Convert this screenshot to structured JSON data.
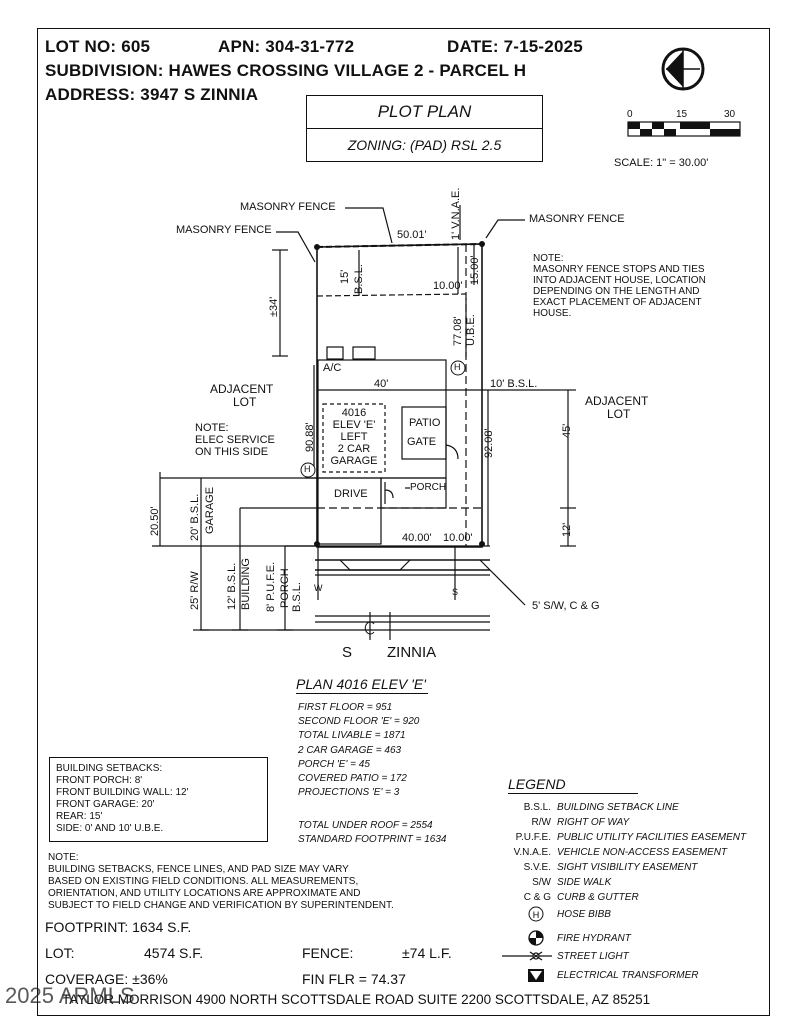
{
  "header": {
    "lot_no": "LOT NO: 605",
    "apn": "APN: 304-31-772",
    "date": "DATE: 7-15-2025",
    "subdivision": "SUBDIVISION: HAWES CROSSING VILLAGE 2 - PARCEL H",
    "address": "ADDRESS: 3947 S ZINNIA"
  },
  "title_block": {
    "title": "PLOT PLAN",
    "zoning": "ZONING: (PAD) RSL 2.5"
  },
  "scale": {
    "tick_0": "0",
    "tick_15": "15",
    "tick_30": "30",
    "label": "SCALE: 1\" = 30.00'"
  },
  "site": {
    "masonry_fence_top": "MASONRY FENCE",
    "masonry_fence_left": "MASONRY FENCE",
    "masonry_fence_right": "MASONRY FENCE",
    "dim_rear_width": "50.01'",
    "dim_vnae": "1' V.N.A.E.",
    "dim_15_right": "15.00'",
    "dim_15_bsl": "15'",
    "bsl_rear": "B.S.L.",
    "dim_10": "10.00'",
    "dim_34": "±34'",
    "dim_7708": "77.08'",
    "ube": "U.B.E.",
    "ac": "A/C",
    "hose_bib_symbol": "H",
    "dim_40": "40'",
    "bsl_10": "10' B.S.L.",
    "adjacent_lot_left_1": "ADJACENT",
    "adjacent_lot_left_2": "LOT",
    "adjacent_lot_right_1": "ADJACENT",
    "adjacent_lot_right_2": "LOT",
    "elec_note_1": "NOTE:",
    "elec_note_2": "ELEC SERVICE",
    "elec_note_3": "ON THIS SIDE",
    "dim_9088": "90.88'",
    "house_1": "4016",
    "house_2": "ELEV 'E'",
    "house_3": "LEFT",
    "house_4": "2 CAR",
    "house_5": "GARAGE",
    "patio": "PATIO",
    "gate": "GATE",
    "dim_9208": "92.08'",
    "dim_45": "45'",
    "drive": "DRIVE",
    "porch": "PORCH",
    "dim_2050": "20.50'",
    "garage_bsl_1": "20' B.S.L.",
    "garage_bsl_2": "GARAGE",
    "dim_12": "12'",
    "dim_front_40": "40.00'",
    "dim_front_10": "10.00'",
    "rw": "25' R/W",
    "bldg_bsl_1": "12' B.S.L.",
    "bldg_bsl_2": "BUILDING",
    "pufe_1": "8' P.U.F.E.",
    "pufe_2": "PORCH",
    "pufe_3": "B.S.L.",
    "w": "W",
    "s": "S",
    "sw": "5' S/W, C & G",
    "street_s": "S",
    "street_name": "ZINNIA",
    "fence_note_1": "NOTE:",
    "fence_note_2": "MASONRY FENCE STOPS AND TIES",
    "fence_note_3": "INTO ADJACENT HOUSE, LOCATION",
    "fence_note_4": "DEPENDING ON THE LENGTH AND",
    "fence_note_5": "EXACT PLACEMENT OF ADJACENT",
    "fence_note_6": "HOUSE."
  },
  "plan": {
    "title": "PLAN 4016 ELEV 'E'",
    "lines": [
      "FIRST FLOOR = 951",
      "SECOND FLOOR 'E' = 920",
      "TOTAL LIVABLE = 1871",
      "2 CAR GARAGE = 463",
      "PORCH 'E' = 45",
      "COVERED PATIO = 172",
      "PROJECTIONS 'E' = 3"
    ],
    "total_under_roof": "TOTAL UNDER ROOF = 2554",
    "standard_footprint": "STANDARD FOOTPRINT = 1634"
  },
  "setbacks": {
    "lines": [
      "BUILDING SETBACKS:",
      "FRONT PORCH: 8'",
      "FRONT BUILDING WALL: 12'",
      "FRONT GARAGE: 20'",
      "REAR: 15'",
      "SIDE: 0' AND 10' U.B.E."
    ]
  },
  "note": {
    "lines": [
      "NOTE:",
      "BUILDING SETBACKS, FENCE LINES, AND PAD SIZE MAY VARY",
      "BASED ON EXISTING FIELD CONDITIONS.  ALL MEASUREMENTS,",
      "ORIENTATION, AND UTILITY LOCATIONS ARE APPROXIMATE AND",
      "SUBJECT TO FIELD CHANGE AND VERIFICATION BY SUPERINTENDENT."
    ]
  },
  "legend": {
    "title": "LEGEND",
    "items": [
      {
        "abbr": "B.S.L.",
        "desc": "BUILDING SETBACK LINE"
      },
      {
        "abbr": "R/W",
        "desc": "RIGHT OF WAY"
      },
      {
        "abbr": "P.U.F.E.",
        "desc": "PUBLIC UTILITY FACILITIES EASEMENT"
      },
      {
        "abbr": "V.N.A.E.",
        "desc": "VEHICLE NON-ACCESS EASEMENT"
      },
      {
        "abbr": "S.V.E.",
        "desc": "SIGHT VISIBILITY EASEMENT"
      },
      {
        "abbr": "S/W",
        "desc": "SIDE WALK"
      },
      {
        "abbr": "C & G",
        "desc": "CURB & GUTTER"
      }
    ],
    "hose_bibb": "HOSE BIBB",
    "fire_hydrant": "FIRE HYDRANT",
    "street_light": "STREET LIGHT",
    "transformer": "ELECTRICAL TRANSFORMER"
  },
  "footer": {
    "footprint": "FOOTPRINT: 1634 S.F.",
    "lot_label": "LOT:",
    "lot_value": "4574 S.F.",
    "fence_label": "FENCE:",
    "fence_value": "±74 L.F.",
    "coverage": "COVERAGE: ±36%",
    "fin_flr": "FIN FLR = 74.37",
    "company": "TAYLOR MORRISON 4900 NORTH SCOTTSDALE ROAD SUITE 2200 SCOTTSDALE, AZ  85251",
    "watermark": "2025 ARMLS"
  }
}
